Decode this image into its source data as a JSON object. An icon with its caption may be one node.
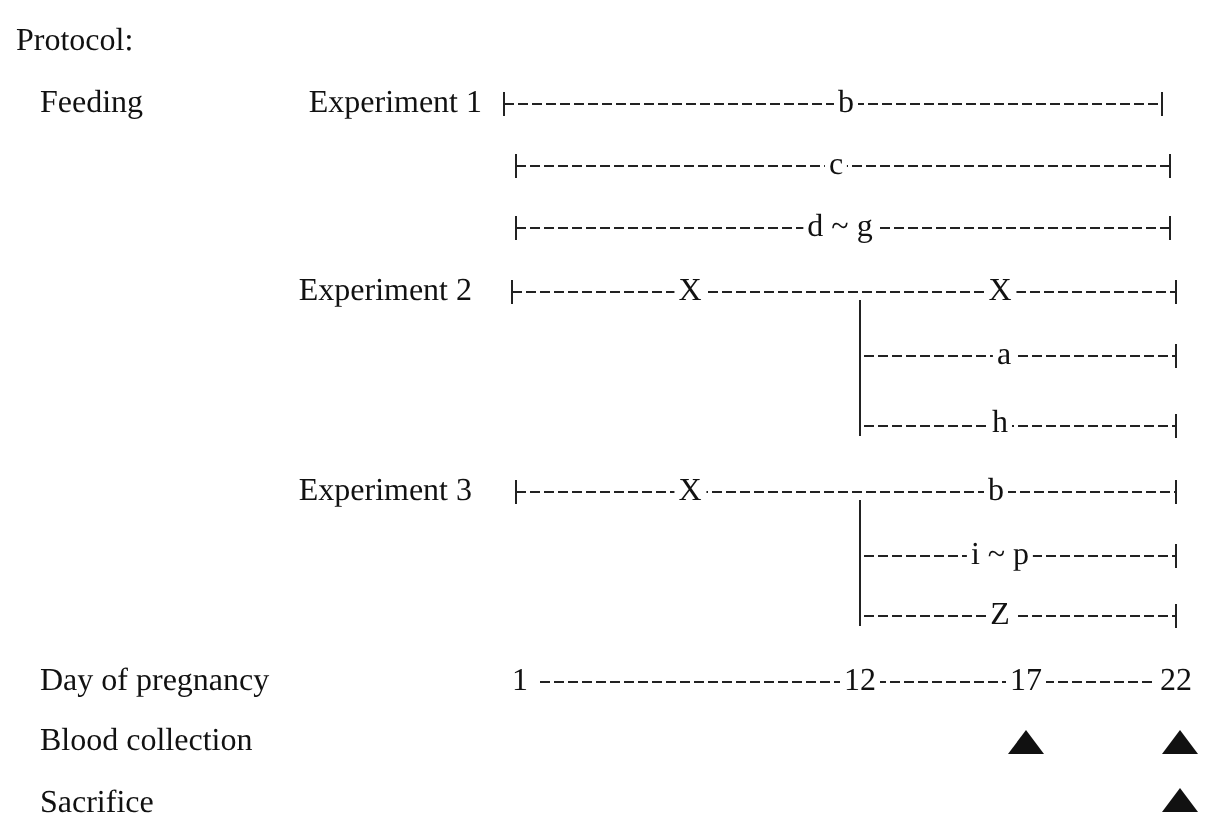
{
  "diagram": {
    "labels": [
      "Protocol:",
      "Feeding",
      "Experiment 1",
      "b",
      "c",
      "d ~ g",
      "Experiment 2",
      "X",
      "X",
      "a",
      "h",
      "Experiment 3",
      "X",
      "b",
      "i ~ p",
      "Z",
      "Day of pregnancy",
      "1",
      "12",
      "17",
      "22",
      "Blood collection",
      "Sacrifice"
    ]
  }
}
